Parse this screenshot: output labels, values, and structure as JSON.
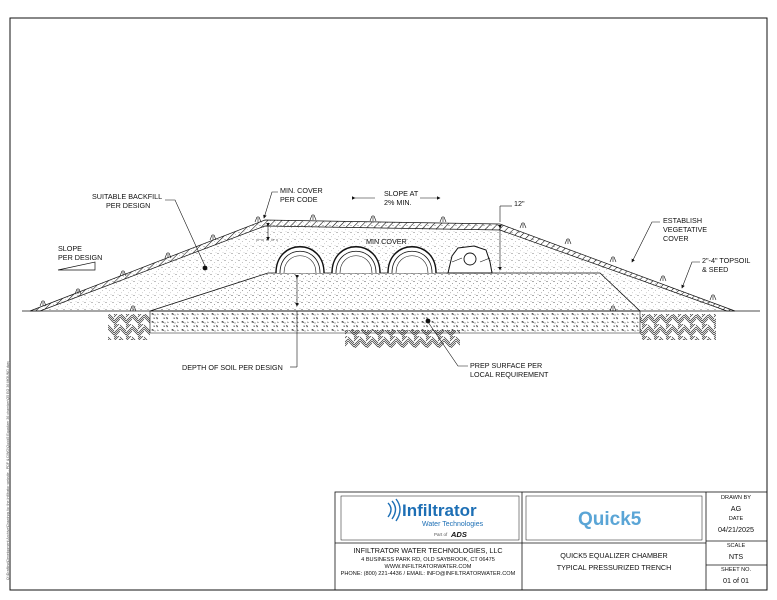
{
  "drawing": {
    "labels": {
      "suitable_backfill_1": "SUITABLE BACKFILL",
      "suitable_backfill_2": "PER DESIGN",
      "slope_per_design_1": "SLOPE",
      "slope_per_design_2": "PER DESIGN",
      "min_cover_code_1": "MIN. COVER",
      "min_cover_code_2": "PER CODE",
      "slope_at_1": "SLOPE AT",
      "slope_at_2": "2% MIN.",
      "twelve_inch": "12\"",
      "min_cover": "MIN COVER",
      "establish_1": "ESTABLISH",
      "establish_2": "VEGETATIVE",
      "establish_3": "COVER",
      "topsoil_1": "2\"-4\" TOPSOIL",
      "topsoil_2": "& SEED",
      "depth_of_soil": "DEPTH OF SOIL PER DESIGN",
      "prep_surface_1": "PREP SURFACE PER",
      "prep_surface_2": "LOCAL REQUIREMENT"
    },
    "side_note": "Q:\\Drafting\\Development Archive\\Drawings for the Infiltrator website - PDF & DWG\\Quick5 Equalizer 36 chamber\\Q5 EQ 36 MOUND.dwg"
  },
  "title_block": {
    "logo_name": "Infiltrator",
    "logo_sub": "Water Technologies",
    "logo_partof": "Part of",
    "logo_ads": "ADS",
    "product": "Quick5",
    "company": "INFILTRATOR WATER TECHNOLOGIES, LLC",
    "address": "4 BUSINESS PARK RD, OLD SAYBROOK, CT 06475",
    "website": "WWW.INFILTRATORWATER.COM",
    "contact": "PHONE: (800) 221-4436 / EMAIL: INFO@INFILTRATORWATER.COM",
    "title_line1": "QUICK5 EQUALIZER CHAMBER",
    "title_line2": "TYPICAL PRESSURIZED TRENCH",
    "drawn_by_label": "DRAWN BY",
    "drawn_by": "AG",
    "date_label": "DATE",
    "date": "04/21/2025",
    "scale_label": "SCALE",
    "scale": "NTS",
    "sheet_label": "SHEET NO.",
    "sheet": "01 of 01"
  },
  "colors": {
    "line": "#111111",
    "logo_blue": "#1d6fb5",
    "product_blue": "#5aa5d6"
  }
}
